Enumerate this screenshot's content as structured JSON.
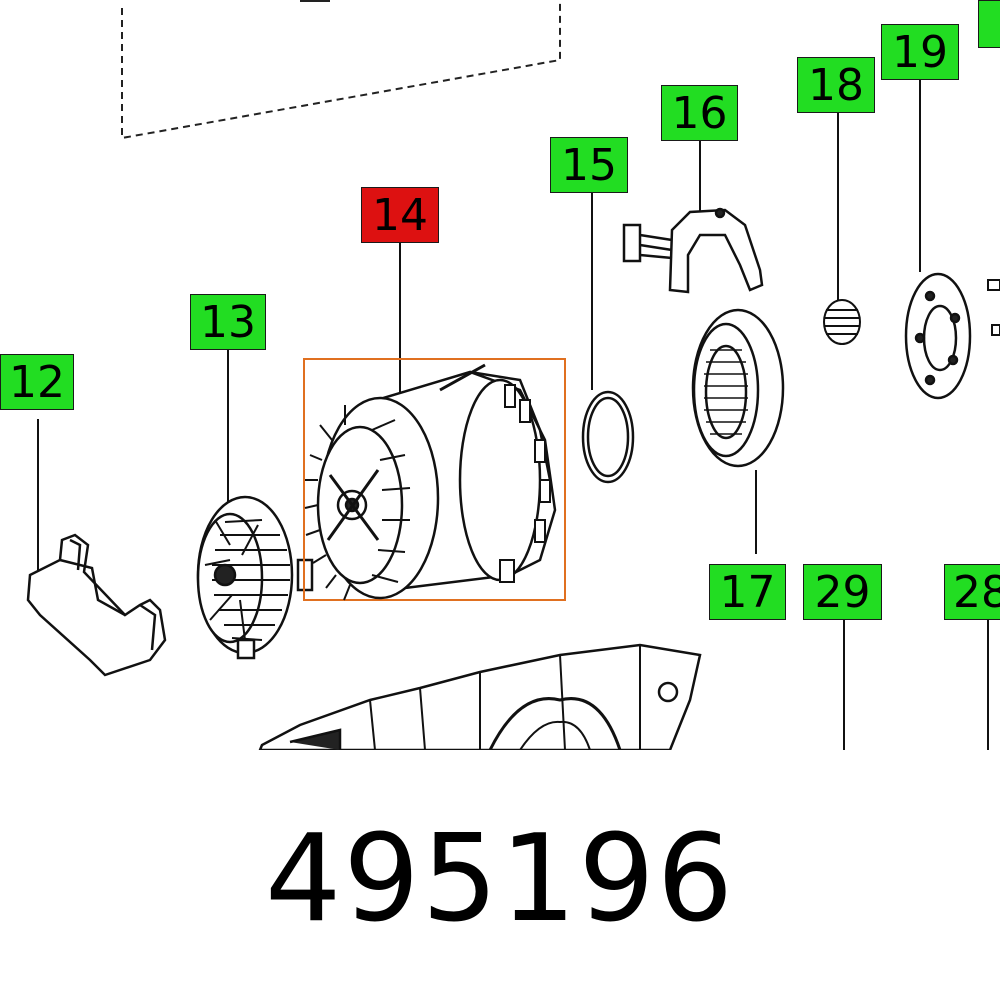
{
  "part_number": "495196",
  "highlighted_callout": "14",
  "colors": {
    "callout_green": "#22dd22",
    "callout_red": "#dd1111",
    "highlight_frame": "#e07020"
  },
  "callouts": [
    {
      "id": "12",
      "state": "normal"
    },
    {
      "id": "13",
      "state": "normal"
    },
    {
      "id": "14",
      "state": "highlighted"
    },
    {
      "id": "15",
      "state": "normal"
    },
    {
      "id": "16",
      "state": "normal"
    },
    {
      "id": "17",
      "state": "normal"
    },
    {
      "id": "18",
      "state": "normal"
    },
    {
      "id": "19",
      "state": "normal"
    },
    {
      "id": "29",
      "state": "normal"
    },
    {
      "id": "28",
      "state": "normal"
    }
  ]
}
